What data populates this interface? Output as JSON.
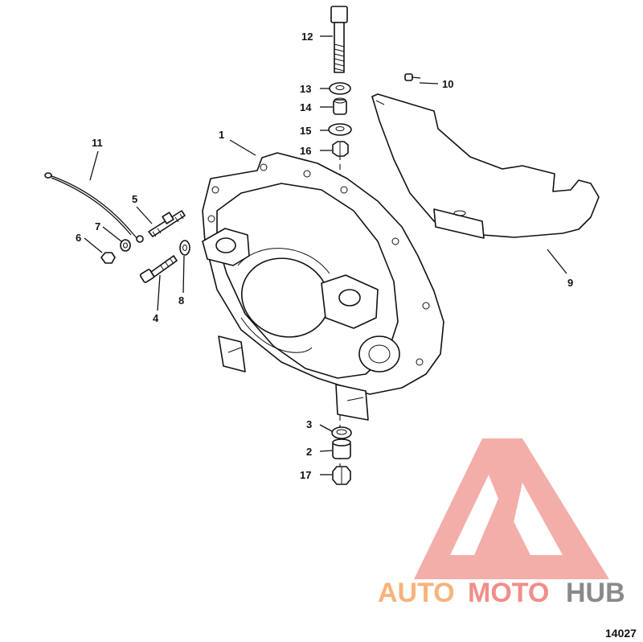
{
  "callouts": {
    "c1": "1",
    "c2": "2",
    "c3": "3",
    "c4": "4",
    "c5": "5",
    "c6": "6",
    "c7": "7",
    "c8": "8",
    "c9": "9",
    "c10": "10",
    "c11": "11",
    "c12": "12",
    "c13": "13",
    "c14": "14",
    "c15": "15",
    "c16": "16",
    "c17": "17"
  },
  "figure_number": "14027",
  "watermark": {
    "brand_part1": "AUTO",
    "brand_part2": "MOTO",
    "brand_part3": "HUB",
    "color_orange": "#f7b37a",
    "color_pink": "#f08e8a",
    "color_gray": "#8a8a8a"
  }
}
